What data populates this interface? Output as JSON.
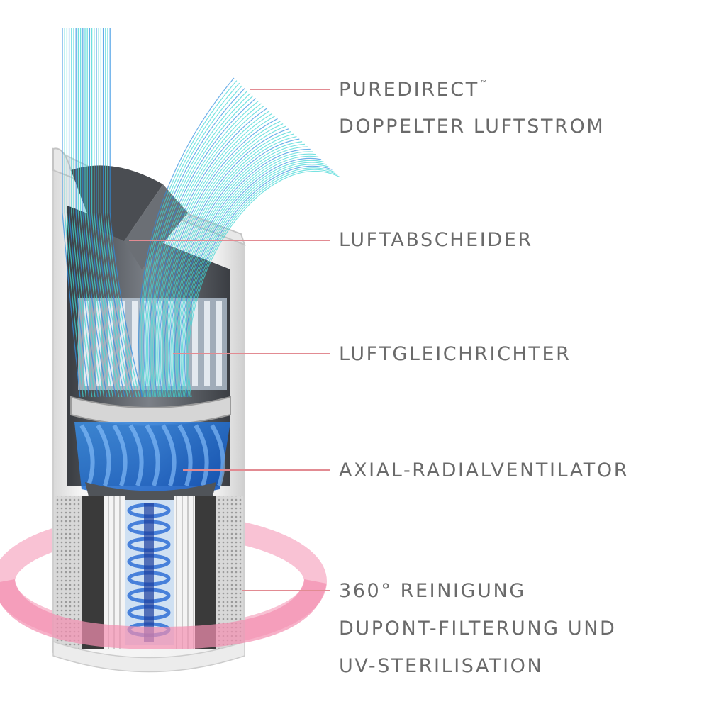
{
  "labels": {
    "puredirect_line1": "PUREDIRECT",
    "puredirect_tm": "™",
    "puredirect_line2": "DOPPELTER LUFTSTROM",
    "separator": "LUFTABSCHEIDER",
    "straightener": "LUFTGLEICHRICHTER",
    "fan": "AXIAL-RADIALVENTILATOR",
    "filter_line1": "360° REINIGUNG",
    "filter_line2": "DUPONT-FILTERUNG UND",
    "filter_line3": "UV-STERILISATION"
  },
  "colors": {
    "leader_line": "#e28b92",
    "label_text": "#6a6a6a",
    "airflow": "#3fd6d4",
    "airflow_inner": "#2f8fe0",
    "ring": "#f48fb1"
  }
}
